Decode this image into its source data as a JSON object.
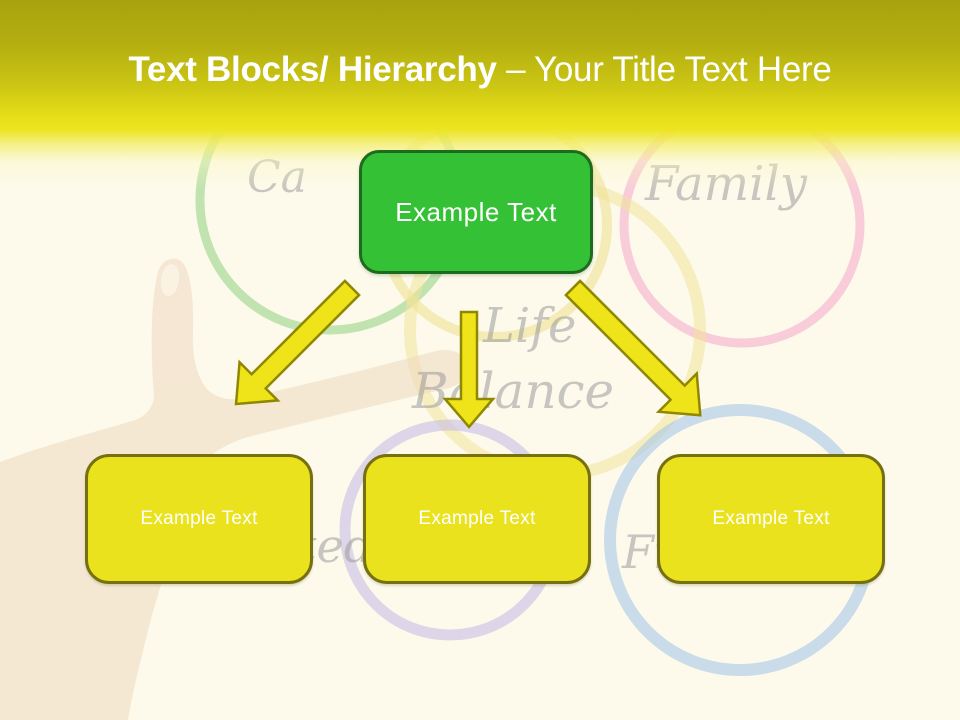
{
  "slide_title": {
    "emphasis": "Text Blocks/ Hierarchy",
    "rest": " – Your Title Text Here"
  },
  "diagram": {
    "root_label": "Example Text",
    "children": [
      {
        "label": "Example Text"
      },
      {
        "label": "Example Text"
      },
      {
        "label": "Example Text"
      }
    ]
  },
  "watermark": {
    "fragments": {
      "career": "Ca",
      "family": "Family",
      "life": "Life",
      "balance": "Balance",
      "ted": "ted",
      "fi": "Fi"
    }
  },
  "colors": {
    "header_top": "#A8A30E",
    "header_bright": "#EAE21C",
    "background": "#FDFAEC",
    "title_text": "#FFFFFF",
    "root_fill": "#35C135",
    "root_border": "#1C6B1E",
    "child_fill": "#EAE21D",
    "child_border": "#767010",
    "arrow_fill": "#EFE41A",
    "arrow_border": "#8F8700",
    "ring_green": "#8FD080",
    "ring_pink": "#F5AECB",
    "ring_pale_yellow": "#EFE193",
    "ring_lavender": "#C6BEE6",
    "ring_blue": "#A9C8E8",
    "watermark_text": "#9B9B9B",
    "hand_skin": "#EFD9C0"
  }
}
